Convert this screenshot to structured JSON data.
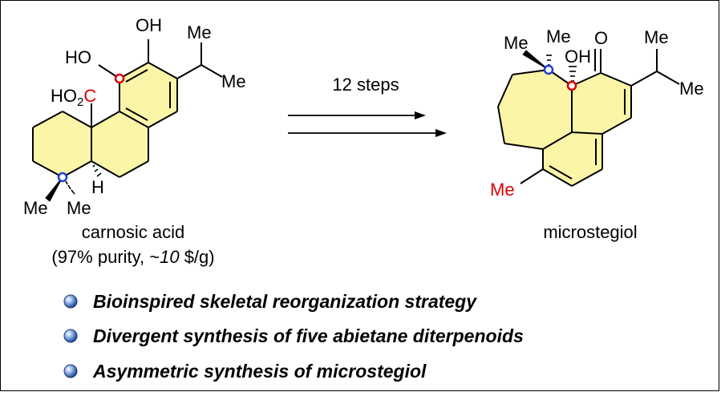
{
  "reaction": {
    "arrow_label": "12 steps"
  },
  "starting_material": {
    "name": "carnosic acid",
    "note_prefix": "(97% purity, ~",
    "note_italic": "10",
    "note_suffix": " $/g)",
    "labels": {
      "oh_top": "OH",
      "ho_left": "HO",
      "ho2": "HO",
      "sub2": "2",
      "c_red": "C",
      "me_right": "Me",
      "me_bl": "Me",
      "me_br": "Me",
      "h": "H"
    }
  },
  "product": {
    "name": "microstegiol",
    "labels": {
      "me1": "Me",
      "me2": "Me",
      "oh": "OH",
      "o": "O",
      "me_ipr_top": "Me",
      "me_ipr_bottom": "Me",
      "me_red": "Me"
    }
  },
  "bullets": [
    "Bioinspired skeletal reorganization strategy",
    "Divergent synthesis of five abietane diterpenoids",
    "Asymmetric synthesis of microstegiol"
  ],
  "colors": {
    "ring_fill": "#fbf5a8",
    "highlight_red": "#e00000",
    "highlight_blue": "#1d3fd8",
    "bullet_blue": "#3a6fc4"
  }
}
